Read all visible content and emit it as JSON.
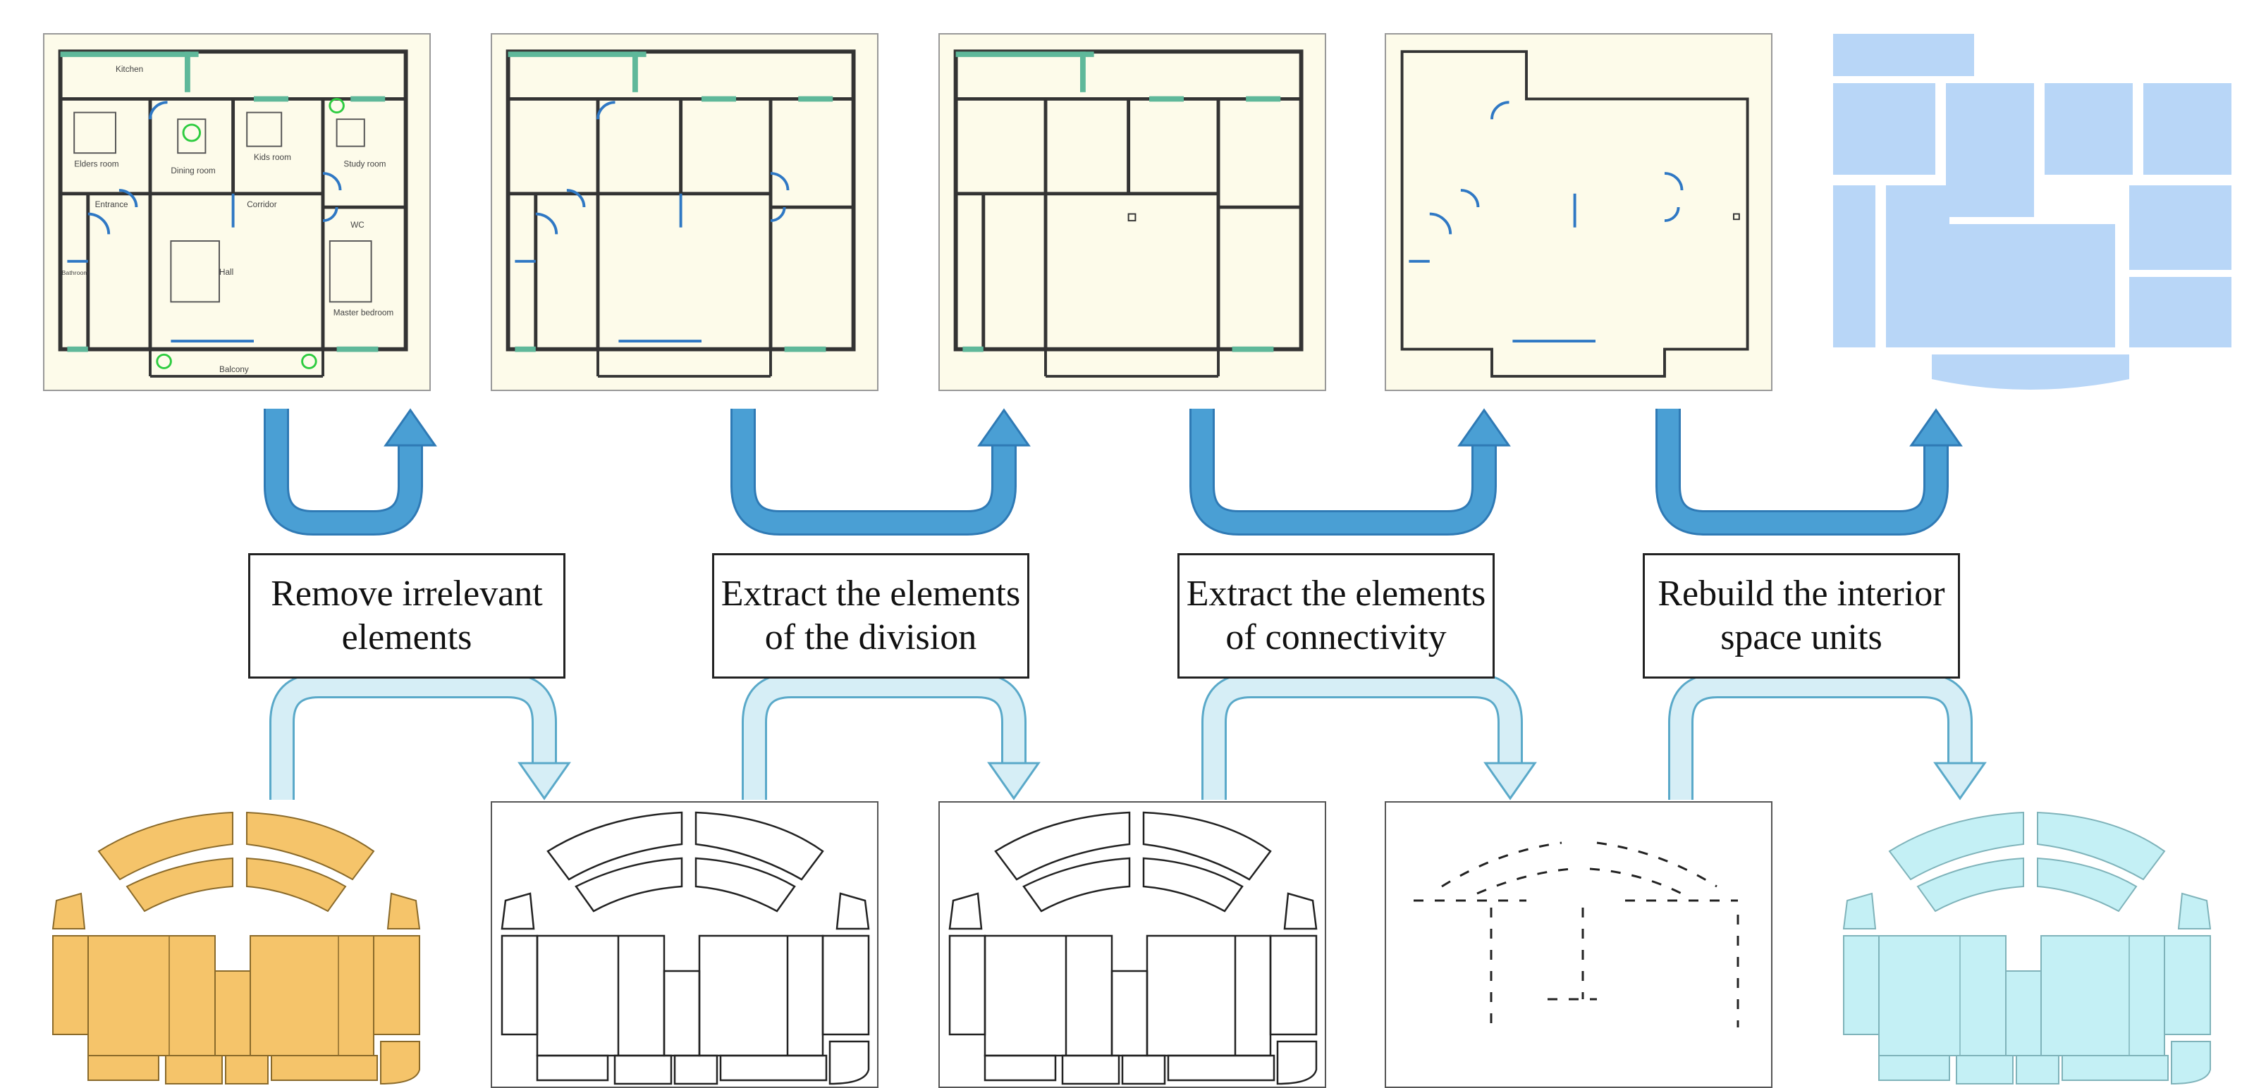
{
  "steps": [
    {
      "line1": "Remove irrelevant",
      "line2": "elements"
    },
    {
      "line1": "Extract the elements",
      "line2": "of the division"
    },
    {
      "line1": "Extract the elements",
      "line2": "of connectivity"
    },
    {
      "line1": "Rebuild the interior",
      "line2": "space units"
    }
  ],
  "plan_labels": {
    "kitchen": "Kitchen",
    "elders_room": "Elders room",
    "dining_room": "Dining room",
    "kids_room": "Kids room",
    "study_room": "Study room",
    "entrance": "Entrance",
    "corridor": "Corridor",
    "hall": "Hall",
    "master_bedroom": "Master bedroom",
    "bathroom": "Bathroom",
    "wc": "WC",
    "balcony": "Balcony"
  },
  "colors": {
    "plan_bg": "#fdfbea",
    "wall": "#333333",
    "window": "#5fb89a",
    "door": "#2f78c4",
    "arrow_dark": "#4a9fd4",
    "arrow_light": "#d6eef6",
    "units_blue": "#b8d6f7",
    "units_orange": "#f5c46a",
    "units_cyan": "#c4f0f5"
  }
}
